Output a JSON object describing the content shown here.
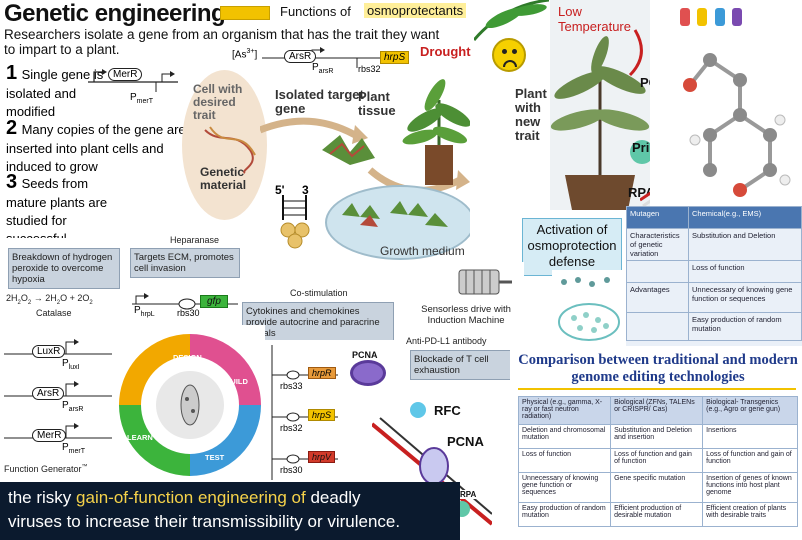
{
  "genetic": {
    "title": "Genetic engineering",
    "intro": "Researchers isolate a gene from an organism that has the trait they want to impart to a plant.",
    "steps": [
      {
        "num": "1",
        "text": "Single gene is isolated and modified"
      },
      {
        "num": "2",
        "text": "Many copies of the gene are inserted into plant cells and induced to grow"
      },
      {
        "num": "3",
        "text": "Seeds from mature plants are studied for successful transformation"
      }
    ],
    "labels": {
      "cell": "Cell with desired trait",
      "isolated": "Isolated target gene",
      "plant_tissue": "Plant tissue",
      "plant_new": "Plant with new trait",
      "material": "Genetic material",
      "growth": "Growth medium",
      "five": "5'",
      "three": "3"
    }
  },
  "circuit_top": {
    "merr": "MerR",
    "pmert": "P",
    "pmert_sub": "merT",
    "as": "[As",
    "as_sup": "3+",
    "as_end": "]",
    "arsr": "ArsR",
    "parsr": "P",
    "parsr_sub": "arsR",
    "rbs32": "rbs32",
    "hrps": "hrpS"
  },
  "osmo": {
    "functions": "Functions of",
    "osmoprotectants": "osmoprotectants",
    "drought": "Drought",
    "low_temp": "Low Temperature",
    "activation": "Activation of osmoprotection defense system"
  },
  "replication": {
    "pcna": "PCNA",
    "primase": "Primase",
    "rpa": "RPA",
    "rfc": "RFC",
    "pcna2": "PCNA",
    "rpa2": "RPA",
    "pcna3": "PCNA"
  },
  "mutagen_table": {
    "headers": [
      "Mutagen",
      "Chemical(e.g., EMS)"
    ],
    "rows": [
      [
        "Characteristics of genetic variation",
        "Substitution and Deletion"
      ],
      [
        "",
        "Loss of function"
      ],
      [
        "Advantages",
        "Unnecessary of knowing gene function or sequences"
      ],
      [
        "",
        "Easy production of random mutation"
      ]
    ]
  },
  "catalase": {
    "box": "Breakdown of hydrogen peroxide to overcome hypoxia",
    "eq_left": "2H",
    "eq_right": "2H",
    "eq_plus": "+ 2O",
    "label": "Catalase"
  },
  "heparanase": {
    "title": "Heparanase",
    "box": "Targets ECM, promotes cell invasion",
    "phrpl": "P",
    "phrpl_sub": "hrpL",
    "rbs30": "rbs30",
    "gfp": "gfp"
  },
  "costim": {
    "title": "Co-stimulation",
    "box": "Cytokines and chemokines provide autocrine and paracrine signals"
  },
  "motor": {
    "caption": "Sensorless drive with Induction Machine"
  },
  "antipd": {
    "title": "Anti-PD-L1 antibody",
    "box": "Blockade of T cell exhaustion"
  },
  "function_gen": {
    "luxr": "LuxR",
    "pluxi": "P",
    "pluxi_sub": "luxI",
    "arsr": "ArsR",
    "parsr": "P",
    "parsr_sub": "arsR",
    "merr": "MerR",
    "pmert": "P",
    "pmert_sub": "merT",
    "caption": "Function Generator",
    "tm": "™"
  },
  "cycle": {
    "design": "DESIGN",
    "build": "BUILD",
    "test": "TEST",
    "learn": "LEARN"
  },
  "rbs_stack": {
    "items": [
      {
        "rbs": "rbs33",
        "gene": "hrpR"
      },
      {
        "rbs": "rbs32",
        "gene": "hrpS"
      },
      {
        "rbs": "rbs30",
        "gene": "hrpV"
      }
    ]
  },
  "comparison": {
    "title": "Comparison between traditional and modern genome editing technologies",
    "headers": [
      "Physical (e.g., gamma, X-ray or fast neutron radiation)",
      "Biological (ZFNs, TALENs or CRISPR/ Cas)",
      "Biological- Transgenics (e.g., Agro or gene gun)"
    ],
    "rows": [
      [
        "Deletion and chromosomal mutation",
        "Substitution and Deletion and insertion",
        "Insertions"
      ],
      [
        "Loss of function",
        "Loss of function and gain of function",
        "Loss of function and gain of function"
      ],
      [
        "Unnecessary of knowing gene function or sequences",
        "Gene specific mutation",
        "Insertion of genes of known functions into host plant genome"
      ],
      [
        "Easy production of random mutation",
        "Efficient production of desirable mutation",
        "Efficient creation of plants with desirable traits"
      ]
    ]
  },
  "banner": {
    "line1a": "the risky",
    "line1b": "gain-of-function",
    "line1c": "engineering of",
    "line1d": "deadly",
    "line2": "viruses to increase their transmissibility or virulence."
  },
  "colors": {
    "accent_yellow": "#f2c200",
    "green": "#3cb43c",
    "dark_blue": "#1f3a8a",
    "banner_bg": "#0b1a2e",
    "banner_text": "#ffffff",
    "banner_highlight": "#f5d24a"
  }
}
